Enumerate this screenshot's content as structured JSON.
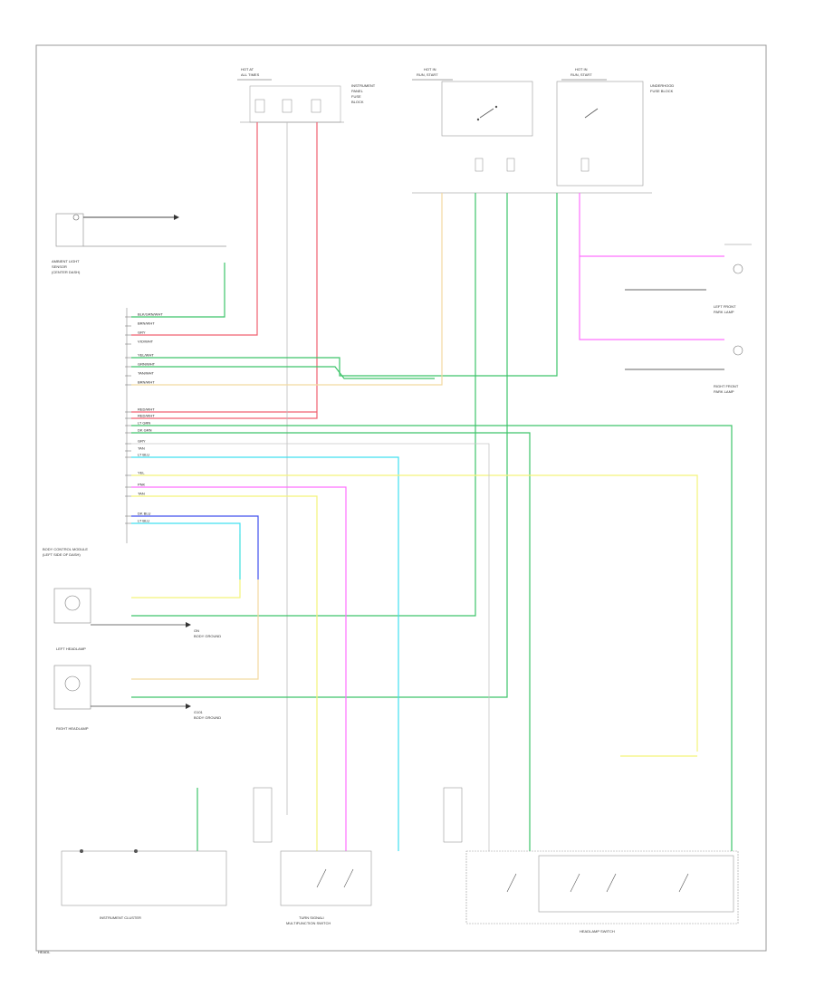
{
  "blocks": {
    "fuse_block_1": {
      "header_top": "HOT AT",
      "header_bottom": "ALL TIMES"
    },
    "fuse_block_2": {
      "header_top": "HOT IN",
      "header_bottom": "RUN, START"
    },
    "fuse_block_3": {
      "header_top": "HOT IN",
      "header_bottom": "RUN, START"
    },
    "underhood_label": [
      "INSTRUMENT",
      "PANEL",
      "FUSE",
      "BLOCK"
    ],
    "relay_label": [
      "UNDERHOOD",
      "FUSE BLOCK"
    ],
    "relay_label_right": [
      "UNDERHOOD",
      "FUSE BLOCK"
    ]
  },
  "modules": {
    "bcm": {
      "label_1": "BODY CONTROL MODULE",
      "label_2": "(LEFT SIDE OF DASH)"
    },
    "ambient_sensor": {
      "label": [
        "AMBIENT LIGHT",
        "SENSOR",
        "(CENTER DASH)"
      ]
    },
    "left_headlamp": {
      "label": "LEFT HEADLAMP"
    },
    "right_headlamp": {
      "label": "RIGHT HEADLAMP"
    },
    "instrument_cluster": {
      "label": "INSTRUMENT CLUSTER"
    },
    "turn_signal": {
      "label": [
        "TURN SIGNAL/",
        "MULTIFUNCTION SWITCH"
      ]
    },
    "headlamp_switch": {
      "label": "HEADLAMP SWITCH"
    },
    "left_park": {
      "label": [
        "LEFT FRONT",
        "PARK LAMP"
      ]
    },
    "right_park": {
      "label": [
        "RIGHT FRONT",
        "PARK LAMP"
      ]
    }
  },
  "bcm_pins": [
    "BLK/GRN/WHT",
    "BRN/WHT",
    "GRY",
    "VIO/WHT",
    "YEL/WHT",
    "GRN/WHT",
    "TAN/WHT",
    "BRN/WHT",
    "RED/WHT",
    "RED/WHT",
    "LT GRN",
    "DK GRN",
    "GRY",
    "TAN",
    "LT BLU",
    "YEL",
    "PNK",
    "TAN",
    "DK BLU",
    "LT BLU"
  ],
  "wire_colors": {
    "red": "#f06070",
    "green": "#3ec46a",
    "yellow": "#f4f47a",
    "magenta": "#ff70ff",
    "cyan": "#40e0f0",
    "blue": "#4050ee",
    "tan": "#f2d9a0",
    "gray": "#b8b8b8",
    "black": "#333333"
  },
  "notes": {
    "ground_ref_1": [
      "ON",
      "BODY GROUND"
    ],
    "ground_ref_2": [
      "G101",
      "BODY GROUND"
    ],
    "page_mark": "HEADL"
  }
}
